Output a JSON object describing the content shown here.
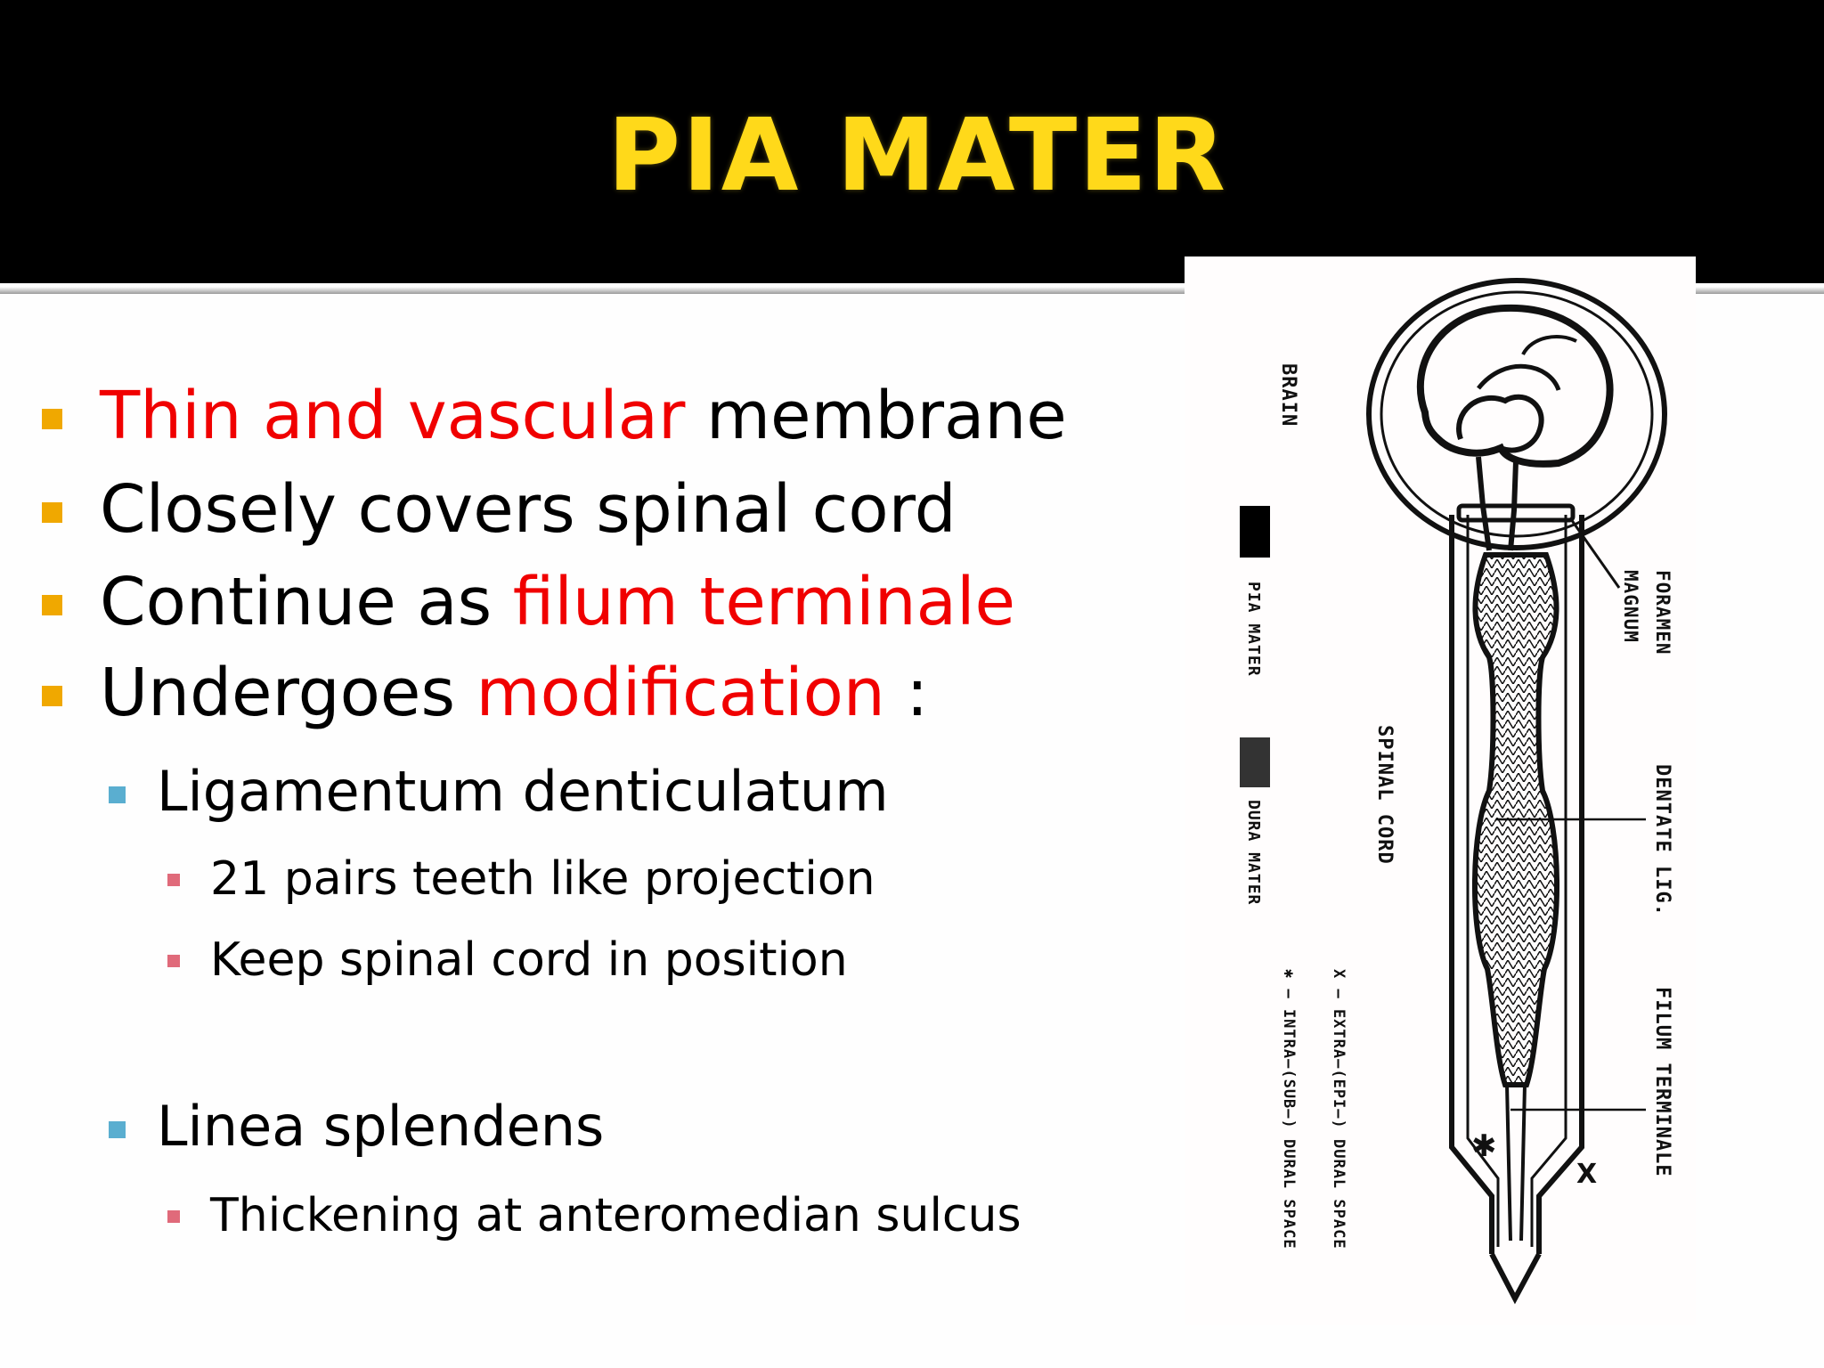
{
  "slide": {
    "title": "PIA MATER",
    "bullets": [
      {
        "level": 1,
        "parts": [
          {
            "text": "Thin and vascular",
            "color": "red"
          },
          {
            "text": " membrane",
            "color": "black"
          }
        ]
      },
      {
        "level": 1,
        "parts": [
          {
            "text": "Closely covers spinal cord",
            "color": "black"
          }
        ]
      },
      {
        "level": 1,
        "parts": [
          {
            "text": "Continue as ",
            "color": "black"
          },
          {
            "text": "filum terminale",
            "color": "red"
          }
        ]
      },
      {
        "level": 1,
        "parts": [
          {
            "text": "Undergoes ",
            "color": "black"
          },
          {
            "text": "modification",
            "color": "red"
          },
          {
            "text": " :",
            "color": "black"
          }
        ]
      },
      {
        "level": 2,
        "parts": [
          {
            "text": "Ligamentum denticulatum",
            "color": "black"
          }
        ]
      },
      {
        "level": 3,
        "parts": [
          {
            "text": "21 pairs teeth like projection",
            "color": "black"
          }
        ]
      },
      {
        "level": 3,
        "parts": [
          {
            "text": "Keep spinal cord in position",
            "color": "black"
          }
        ]
      },
      {
        "level": 2,
        "parts": [
          {
            "text": "Linea splendens",
            "color": "black"
          }
        ]
      },
      {
        "level": 3,
        "parts": [
          {
            "text": "Thickening at anteromedian sulcus",
            "color": "black"
          }
        ]
      }
    ]
  },
  "diagram": {
    "labels": {
      "brain": "BRAIN",
      "pia_mater": "PIA MATER",
      "dura_mater": "DURA MATER",
      "spinal_cord": "SPINAL CORD",
      "foramen": "FORAMEN",
      "magnum": "MAGNUM",
      "dentate_lig": "DENTATE LIG.",
      "filum_terminale": "FILUM TERMINALE",
      "extra_dural": "X — EXTRA—(EPI—) DURAL SPACE",
      "intra_dural": "✱ — INTRA—(SUB—) DURAL SPACE",
      "x_mark": "X",
      "star_mark": "✱"
    }
  },
  "colors": {
    "header_bg": "#000000",
    "title": "#ffd91a",
    "highlight_red": "#f00000",
    "bullet_level1": "#f0a800",
    "bullet_level2": "#5aaed0",
    "bullet_level3": "#e06a7a"
  }
}
